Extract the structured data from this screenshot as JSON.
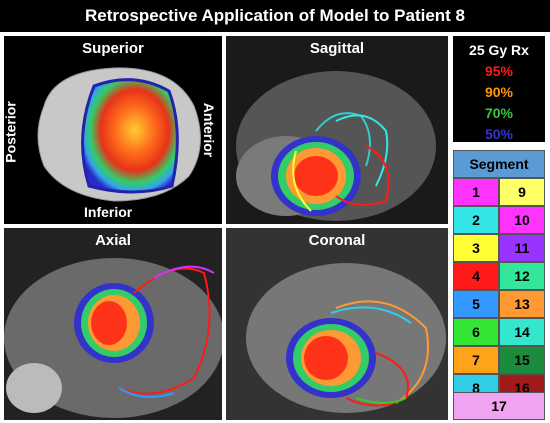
{
  "title": "Retrospective Application of Model to Patient 8",
  "panels": {
    "superior": {
      "label": "Superior",
      "left_label": "Posterior",
      "right_label": "Anterior",
      "bottom_label": "Inferior"
    },
    "sagittal": {
      "label": "Sagittal"
    },
    "axial": {
      "label": "Axial"
    },
    "coronal": {
      "label": "Coronal"
    }
  },
  "dose_legend": {
    "title": "25 Gy Rx",
    "items": [
      {
        "label": "95%",
        "color": "#ff1a1a"
      },
      {
        "label": "90%",
        "color": "#ff9900"
      },
      {
        "label": "70%",
        "color": "#33cc33"
      },
      {
        "label": "50%",
        "color": "#3333cc"
      }
    ]
  },
  "segment_table": {
    "header": "Segment",
    "cells": [
      {
        "label": "1",
        "color": "#ff33ff"
      },
      {
        "label": "9",
        "color": "#ffff66"
      },
      {
        "label": "2",
        "color": "#33e6e6"
      },
      {
        "label": "10",
        "color": "#ff33ff"
      },
      {
        "label": "3",
        "color": "#ffff33"
      },
      {
        "label": "11",
        "color": "#9933ff"
      },
      {
        "label": "4",
        "color": "#ff1a1a"
      },
      {
        "label": "12",
        "color": "#33e699"
      },
      {
        "label": "5",
        "color": "#3399ff"
      },
      {
        "label": "13",
        "color": "#ff9933"
      },
      {
        "label": "6",
        "color": "#33e633"
      },
      {
        "label": "14",
        "color": "#33e6cc"
      },
      {
        "label": "7",
        "color": "#ffa31a"
      },
      {
        "label": "15",
        "color": "#1a8c3c"
      },
      {
        "label": "8",
        "color": "#33cce6"
      },
      {
        "label": "16",
        "color": "#a31a1a"
      }
    ],
    "last": {
      "label": "17",
      "color": "#f0a3f0"
    }
  }
}
